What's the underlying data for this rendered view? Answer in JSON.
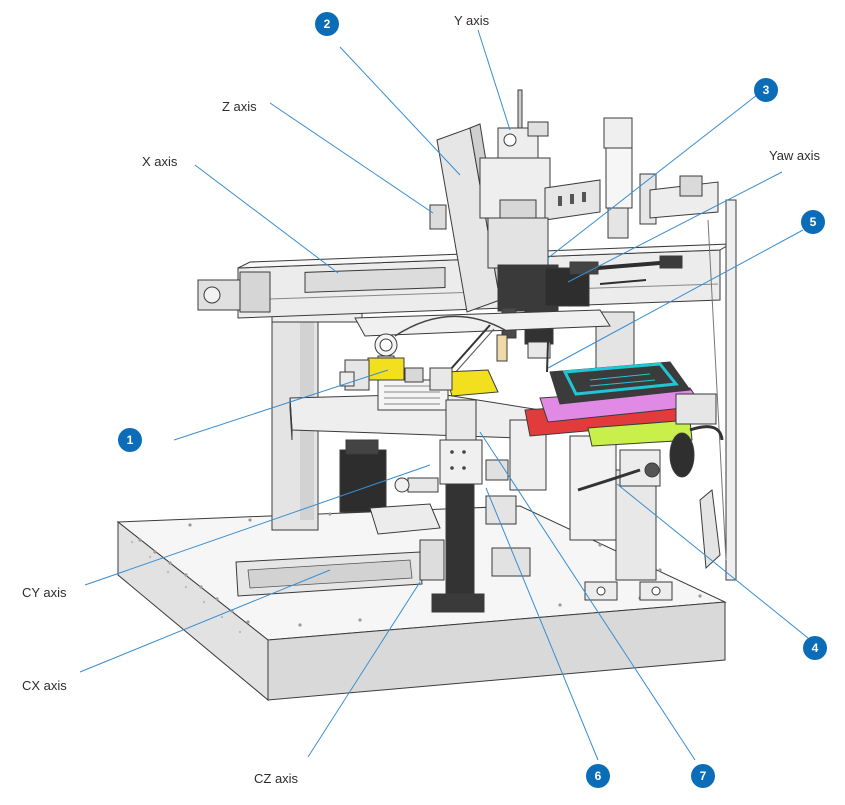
{
  "colors": {
    "accent": "#0b6cb8",
    "leader": "#3a8ed0",
    "yellow_part": "#f2e01e",
    "tray_cyan": "#1fc7d4",
    "tray_magenta": "#e08ae6",
    "tray_red": "#e23b3b",
    "tray_green": "#c9f04a"
  },
  "axis_labels": {
    "y_axis": "Y axis",
    "z_axis": "Z axis",
    "x_axis": "X axis",
    "yaw_axis": "Yaw axis",
    "cy_axis": "CY axis",
    "cx_axis": "CX axis",
    "cz_axis": "CZ axis"
  },
  "callouts": {
    "c1": "1",
    "c2": "2",
    "c3": "3",
    "c4": "4",
    "c5": "5",
    "c6": "6",
    "c7": "7"
  }
}
